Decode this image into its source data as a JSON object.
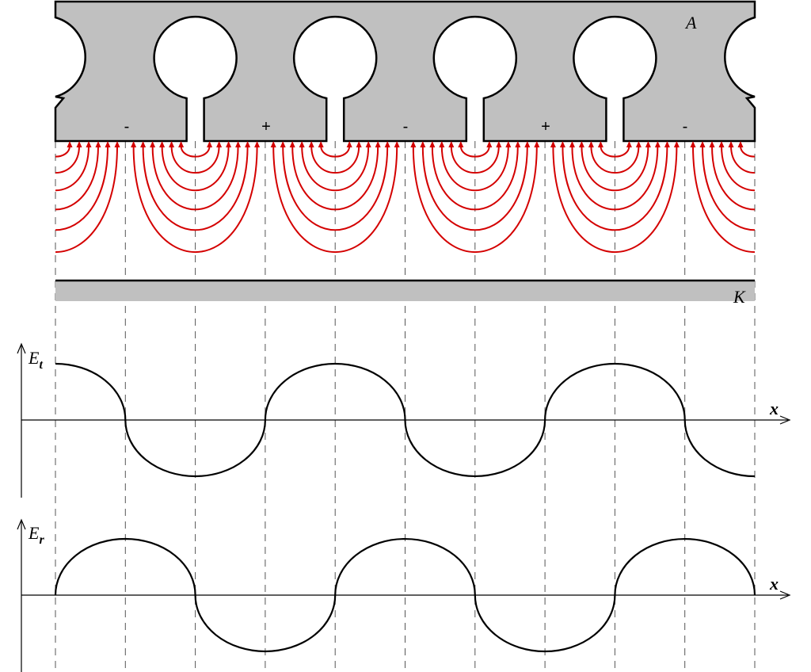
{
  "anode_label": "A",
  "cathode_label": "K",
  "segment_signs": [
    "-",
    "+",
    "-",
    "+",
    "-"
  ],
  "plot_tangential": {
    "axis_label_main": "E",
    "axis_label_sub": "t",
    "x_label": "x"
  },
  "plot_radial": {
    "axis_label_main": "E",
    "axis_label_sub": "r",
    "x_label": "x"
  },
  "colors": {
    "anode_fill": "#c0c0c0",
    "cathode_fill": "#c0c0c0",
    "field_lines": "#d40000",
    "outline": "#000000",
    "guides": "#555555"
  }
}
